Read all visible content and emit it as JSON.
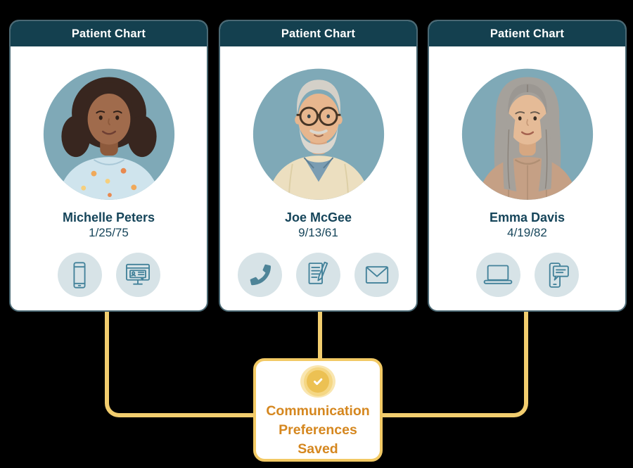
{
  "cards": [
    {
      "header": "Patient Chart",
      "name": "Michelle Peters",
      "dob": "1/25/75",
      "photo": "woman-dark-curly-hair-floral-top",
      "icons": [
        "smartphone-icon",
        "computer-portal-icon"
      ]
    },
    {
      "header": "Patient Chart",
      "name": "Joe McGee",
      "dob": "9/13/61",
      "photo": "older-man-glasses-beard-cardigan",
      "icons": [
        "phone-call-icon",
        "form-signature-icon",
        "email-envelope-icon"
      ]
    },
    {
      "header": "Patient Chart",
      "name": "Emma Davis",
      "dob": "4/19/82",
      "photo": "woman-long-gray-hair-tan-sweater",
      "icons": [
        "laptop-icon",
        "text-message-icon"
      ]
    }
  ],
  "status_box": {
    "label": "Communication Preferences Saved",
    "lines": [
      "Communication",
      "Preferences",
      "Saved"
    ],
    "icon": "check-circle-icon"
  },
  "colors": {
    "background": "#000000",
    "card_header": "#14404f",
    "card_border": "#4a6873",
    "accent_gold": "#f2cd6e",
    "box_border": "#f2c964",
    "status_text": "#d5871f",
    "icon_circle_bg": "#d7e3e7",
    "icon_stroke": "#43829a",
    "photo_circle_bg": "#7fa9b7",
    "name_text": "#16455a"
  }
}
